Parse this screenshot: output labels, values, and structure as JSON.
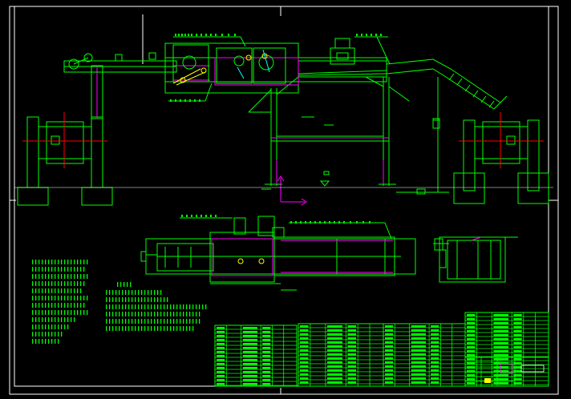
{
  "drawing": {
    "background": "#000000",
    "colors": {
      "frame": "#ffffff",
      "geometry": "#00ff00",
      "highlight": "#ff00ff",
      "centerline": "#ff0000",
      "dimension": "#ffff00",
      "note": "#00ffff"
    },
    "views": [
      "front-elevation",
      "plan-view",
      "side-view",
      "technical-notes",
      "parts-list",
      "title-block"
    ]
  }
}
